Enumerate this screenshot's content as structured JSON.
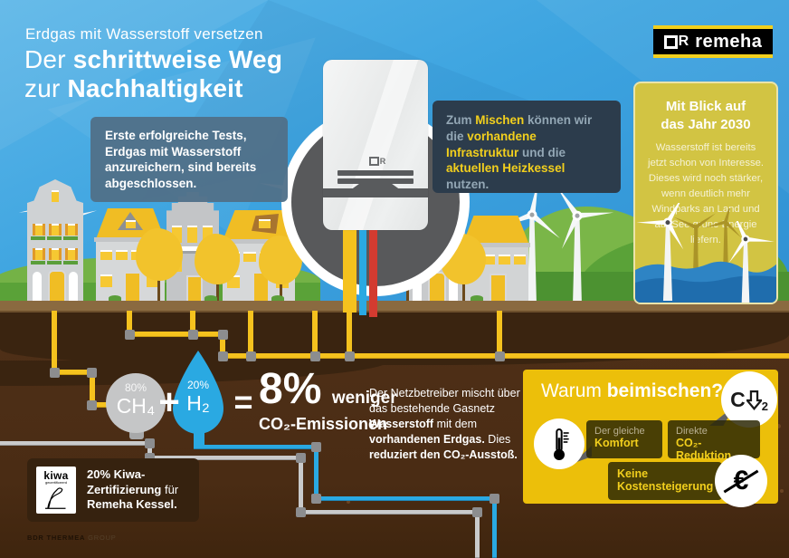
{
  "colors": {
    "accent_yellow": "#f2cf1d",
    "pipe_yellow": "#f5c21e",
    "pipe_blue": "#2aa9e2",
    "why_box_gold": "#ecbf0a",
    "outlook_yellow": "#d2c443",
    "sky_blue": "#3fa3dd",
    "ground_brown": "#4e2f16"
  },
  "header": {
    "kicker": "Erdgas mit Wasserstoff versetzen",
    "title": {
      "l1a": "Der ",
      "l1b": "schrittweise Weg",
      "l2a": "zur ",
      "l2b": "Nachhaltigkeit"
    }
  },
  "logo": {
    "mark": "R",
    "name": "remeha"
  },
  "tests_box": {
    "text": "Erste erfolgreiche Tests, Erdgas mit Wasserstoff anzureichern, sind bereits abgeschlossen."
  },
  "mix_box": {
    "p0": "Zum ",
    "p1": "Mischen",
    "p2": " können wir die ",
    "p3": "vorhandene Infrastruktur",
    "p4": " und die ",
    "p5": "aktuellen Heizkessel",
    "p6": " nutzen."
  },
  "outlook_box": {
    "title1": "Mit Blick auf",
    "title2": "das Jahr 2030",
    "body": "Wasserstoff ist bereits jetzt schon von Interesse. Dieses wird noch stärker, wenn deutlich mehr Windparks an Land und auf See grüne Energie liefern."
  },
  "formula": {
    "ch4_pct": "80%",
    "ch4": "CH₄",
    "plus": "+",
    "h2_pct": "20%",
    "h2": "H₂",
    "equals": "=",
    "big": "8%",
    "big_suffix": "weniger",
    "line2": "CO₂-Emissionen"
  },
  "network_text": {
    "p0": "Der Netzbetreiber mischt über das bestehende Gasnetz ",
    "p1": "Wasserstoff",
    "p2": " mit dem ",
    "p3": "vorhandenen Erdgas.",
    "p4": " Dies ",
    "p5": "reduziert den CO₂-Ausstoß."
  },
  "why_box": {
    "title_a": "Warum ",
    "title_b": "beimischen?",
    "co2_c": "C",
    "co2_sub": "2",
    "bubble1": {
      "top": "Der gleiche",
      "bottom": "Komfort"
    },
    "bubble2": {
      "top": "Direkte",
      "bottom": "CO₂-Reduktion"
    },
    "bubble3": {
      "top": "Keine",
      "bottom": "Kostensteigerung"
    },
    "euro": "€"
  },
  "kiwa_box": {
    "logo_title": "kiwa",
    "logo_sub": "gecertificeerd",
    "p0": "20% Kiwa-Zertifizierung",
    "p1": " für ",
    "p2": "Remeha Kessel."
  },
  "boiler": {
    "mark": "R"
  },
  "footer": {
    "brand_a": "BDR THERMEA",
    "brand_b": "GROUP"
  }
}
